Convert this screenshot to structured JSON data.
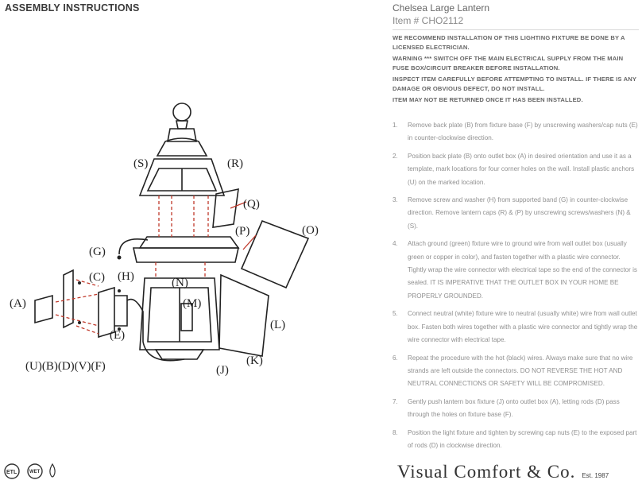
{
  "header": {
    "title": "ASSEMBLY INSTRUCTIONS",
    "product_name": "Chelsea Large Lantern",
    "item_number": "Item # CHO2112"
  },
  "warnings": [
    "WE RECOMMEND INSTALLATION OF THIS LIGHTING FIXTURE BE DONE BY A LICENSED ELECTRICIAN.",
    "WARNING *** SWITCH OFF THE MAIN ELECTRICAL SUPPLY FROM THE MAIN FUSE BOX/CIRCUIT BREAKER BEFORE INSTALLATION.",
    "INSPECT ITEM CAREFULLY BEFORE ATTEMPTING TO INSTALL. IF THERE IS ANY DAMAGE OR OBVIOUS DEFECT, DO NOT INSTALL.",
    "ITEM MAY NOT BE RETURNED ONCE IT HAS BEEN INSTALLED."
  ],
  "steps": [
    {
      "num": "1.",
      "text": "Remove back plate (B) from fixture base (F) by unscrewing washers/cap nuts (E) in counter-clockwise direction."
    },
    {
      "num": "2.",
      "text": "Position back plate (B) onto outlet box (A) in desired orientation and use it as a template, mark locations for four corner holes on the wall. Install plastic anchors (U) on the marked location."
    },
    {
      "num": "3.",
      "text": "Remove screw and washer (H) from supported band (G) in counter-clockwise direction. Remove lantern caps (R) & (P) by unscrewing screws/washers (N) & (S)."
    },
    {
      "num": "4.",
      "text": "Attach ground (green) fixture wire to ground wire from wall outlet box (usually green or copper in color), and fasten together with a plastic wire connector. Tightly wrap the wire connector with electrical tape so the end of the connector is sealed. IT IS IMPERATIVE THAT THE OUTLET BOX IN YOUR HOME BE PROPERLY GROUNDED."
    },
    {
      "num": "5.",
      "text": "Connect neutral (white) fixture wire to neutral (usually white) wire from wall outlet box. Fasten both wires together with a plastic wire connector and tightly wrap the wire connector with electrical tape."
    },
    {
      "num": "6.",
      "text": "Repeat the procedure with the hot (black) wires. Always make sure that no wire strands are left outside the connectors. DO NOT REVERSE THE HOT AND NEUTRAL CONNECTIONS OR SAFETY WILL BE COMPROMISED."
    },
    {
      "num": "7.",
      "text": "Gently push lantern box fixture (J) onto outlet box (A), letting rods (D) pass through the holes on fixture base (F)."
    },
    {
      "num": "8.",
      "text": "Position the light fixture and tighten by screwing cap nuts (E) to the exposed part of rods (D) in clockwise direction."
    }
  ],
  "diagram_labels": {
    "S": "(S)",
    "R": "(R)",
    "Q": "(Q)",
    "P": "(P)",
    "O": "(O)",
    "G": "(G)",
    "H": "(H)",
    "C": "(C)",
    "N": "(N)",
    "M": "(M)",
    "A": "(A)",
    "E": "(E)",
    "L": "(L)",
    "K": "(K)",
    "J": "(J)",
    "bottom_row": "(U)(B)(D)(V)(F)"
  },
  "certifications": {
    "ul": "ETL",
    "wet": "WET"
  },
  "brand": {
    "name": "Visual Comfort & Co.",
    "est": "Est. 1987"
  }
}
